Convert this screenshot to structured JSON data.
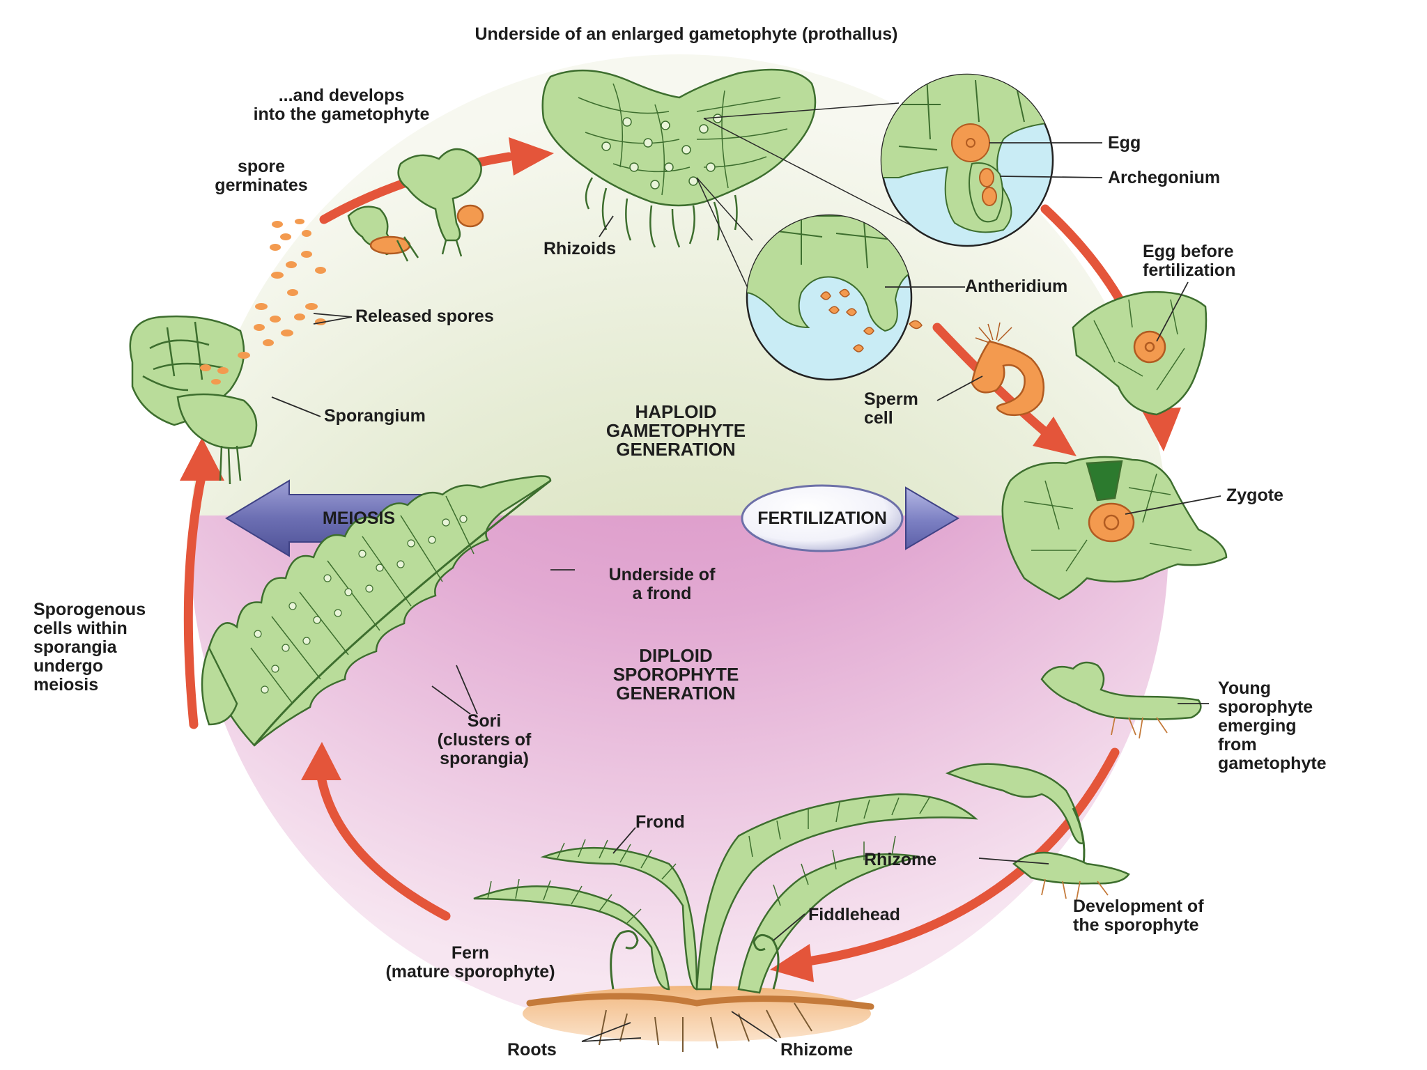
{
  "title": "Underside of an enlarged gametophyte (prothallus)",
  "generations": {
    "haploid": "HAPLOID\nGAMETOPHYTE\nGENERATION",
    "diploid": "DIPLOID\nSPOROPHYTE\nGENERATION"
  },
  "processes": {
    "meiosis": "MEIOSIS",
    "fertilization": "FERTILIZATION"
  },
  "labels": {
    "develops": "...and develops\ninto the gametophyte",
    "spore_germinates": "spore\ngerminates",
    "rhizoids": "Rhizoids",
    "egg": "Egg",
    "archegonium": "Archegonium",
    "egg_before": "Egg before\nfertilization",
    "antheridium": "Antheridium",
    "released_spores": "Released spores",
    "sporangium": "Sporangium",
    "sperm_cell": "Sperm\ncell",
    "zygote": "Zygote",
    "underside_frond": "Underside of\na frond",
    "sporogenous": "Sporogenous\ncells within\nsporangia\nundergo\nmeiosis",
    "sori": "Sori\n(clusters of\nsporangia)",
    "young_sporophyte": "Young\nsporophyte\nemerging\nfrom\ngametophyte",
    "frond": "Frond",
    "rhizome_mid": "Rhizome",
    "fiddlehead": "Fiddlehead",
    "development": "Development of\nthe sporophyte",
    "fern": "Fern\n(mature sporophyte)",
    "roots": "Roots",
    "rhizome_bottom": "Rhizome"
  },
  "colors": {
    "haploid_zone": "#e6edd2",
    "diploid_zone": "#dd8ec6",
    "cycle_arrow": "#e4553a",
    "plant_fill": "#b9dc9a",
    "plant_stroke": "#3d6e2e",
    "spore_orange": "#f39a4f",
    "meiosis_arrow": "#6c6fb3"
  }
}
